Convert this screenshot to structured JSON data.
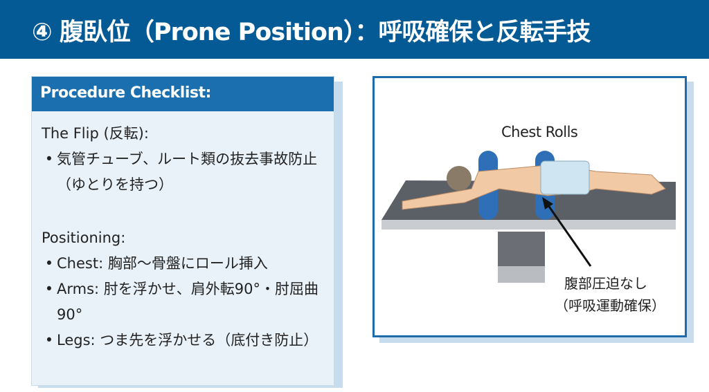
{
  "header": {
    "title": "④ 腹臥位（Prone Position）：呼吸確保と反転手技"
  },
  "checklist": {
    "heading": "Procedure Checklist:",
    "sections": [
      {
        "title": "The Flip (反転):",
        "items": [
          "気管チューブ、ルート類の抜去事故防止（ゆとりを持つ）"
        ]
      },
      {
        "title": "Positioning:",
        "items": [
          "Chest: 胸部〜骨盤にロール挿入",
          "Arms: 肘を浮かせ、肩外転90°・肘屈曲90°",
          "Legs: つま先を浮かせる（底付き防止）"
        ]
      }
    ]
  },
  "figure": {
    "label_top": "Chest Rolls",
    "label_bottom_1": "腹部圧迫なし",
    "label_bottom_2": "（呼吸運動確保）",
    "colors": {
      "roll": "#2f6fb8",
      "table": "#5b5f66",
      "skin": "#f2c9a5",
      "shorts": "#cfe6f2"
    }
  }
}
